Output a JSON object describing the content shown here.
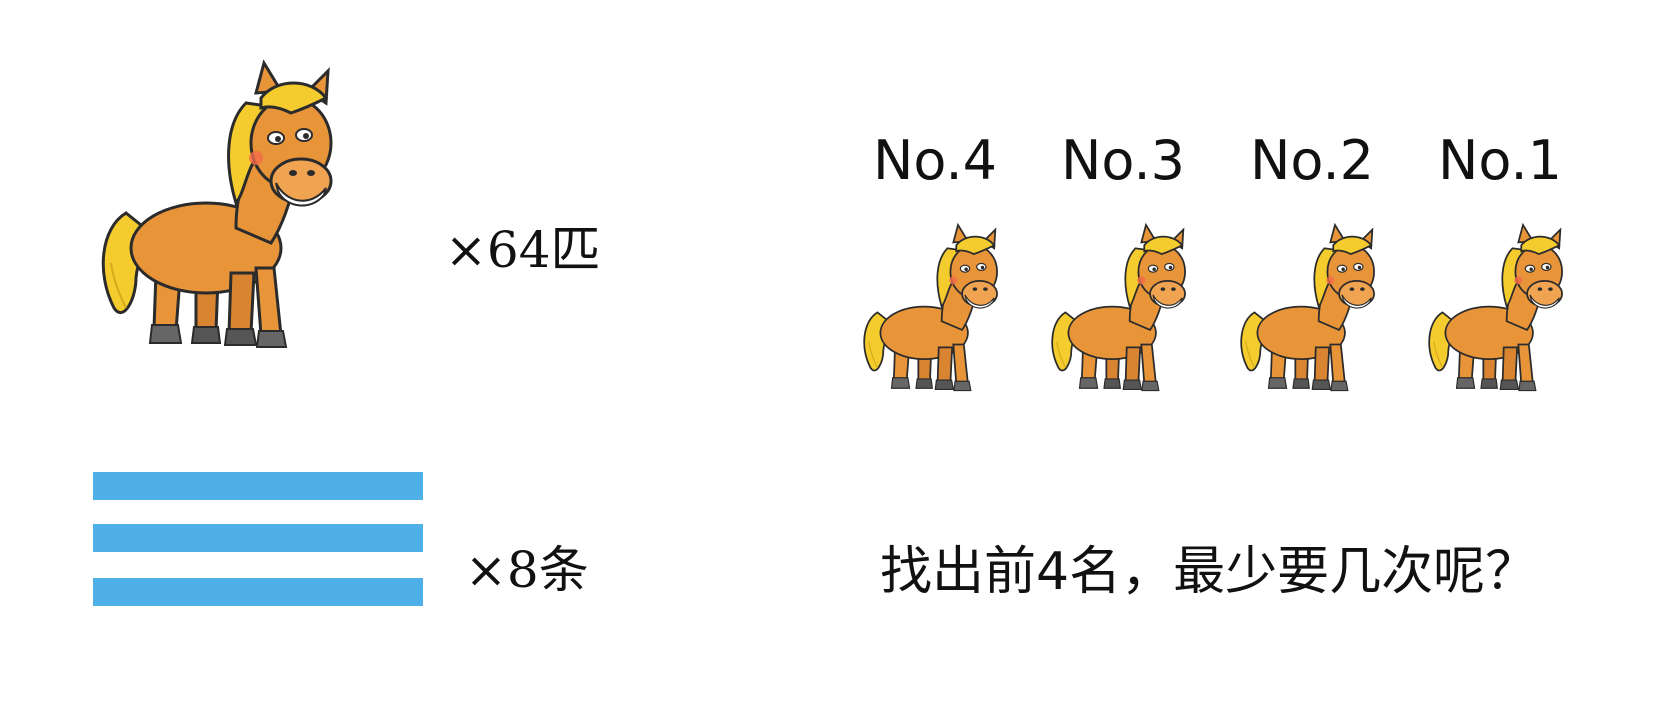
{
  "horse_multiplier": "×64匹",
  "track_multiplier": "×8条",
  "ranks": [
    "No.4",
    "No.3",
    "No.2",
    "No.1"
  ],
  "question": "找出前4名，最少要几次呢？",
  "colors": {
    "track": "#4fb0e8",
    "horse_body": "#e8953a",
    "horse_mane": "#f5cc2e",
    "hoof": "#666666",
    "outline": "#2b2b2b",
    "cheek": "#f26a4a"
  },
  "icons": {
    "horse": "horse-icon",
    "track": "track-bar"
  }
}
